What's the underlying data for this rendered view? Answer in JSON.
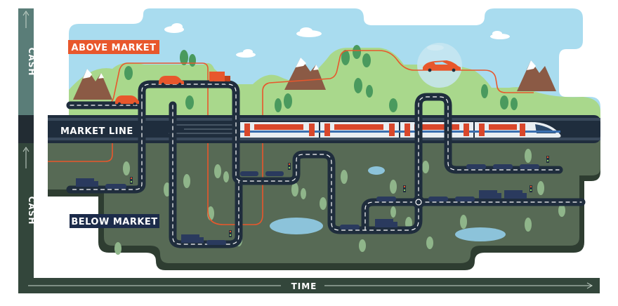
{
  "labels": {
    "above_market": "ABOVE MARKET",
    "market_line": "MARKET LINE",
    "below_market": "BELOW MARKET"
  },
  "axes": {
    "y_top": "CASH",
    "y_bottom": "CASH",
    "x": "TIME"
  },
  "colors": {
    "sky": "#a9dcef",
    "hills": "#a9d88c",
    "underground": "#576a55",
    "road": "#1f2d3d",
    "orange_accent": "#e8572c",
    "axis_dark": "#33463b",
    "label_navy": "#1c2b4a",
    "train_red": "#d9472b"
  }
}
